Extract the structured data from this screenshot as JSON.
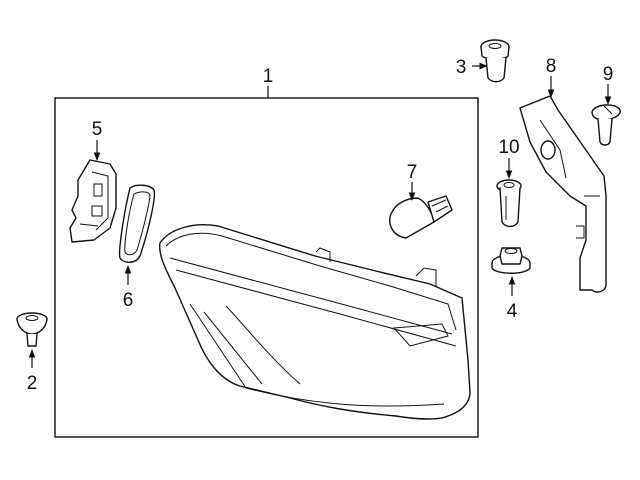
{
  "diagram": {
    "callouts": [
      {
        "id": "1",
        "label": "1"
      },
      {
        "id": "2",
        "label": "2"
      },
      {
        "id": "3",
        "label": "3"
      },
      {
        "id": "4",
        "label": "4"
      },
      {
        "id": "5",
        "label": "5"
      },
      {
        "id": "6",
        "label": "6"
      },
      {
        "id": "7",
        "label": "7"
      },
      {
        "id": "8",
        "label": "8"
      },
      {
        "id": "9",
        "label": "9"
      },
      {
        "id": "10",
        "label": "10"
      }
    ]
  },
  "colors": {
    "line": "#111111",
    "background": "#ffffff"
  }
}
